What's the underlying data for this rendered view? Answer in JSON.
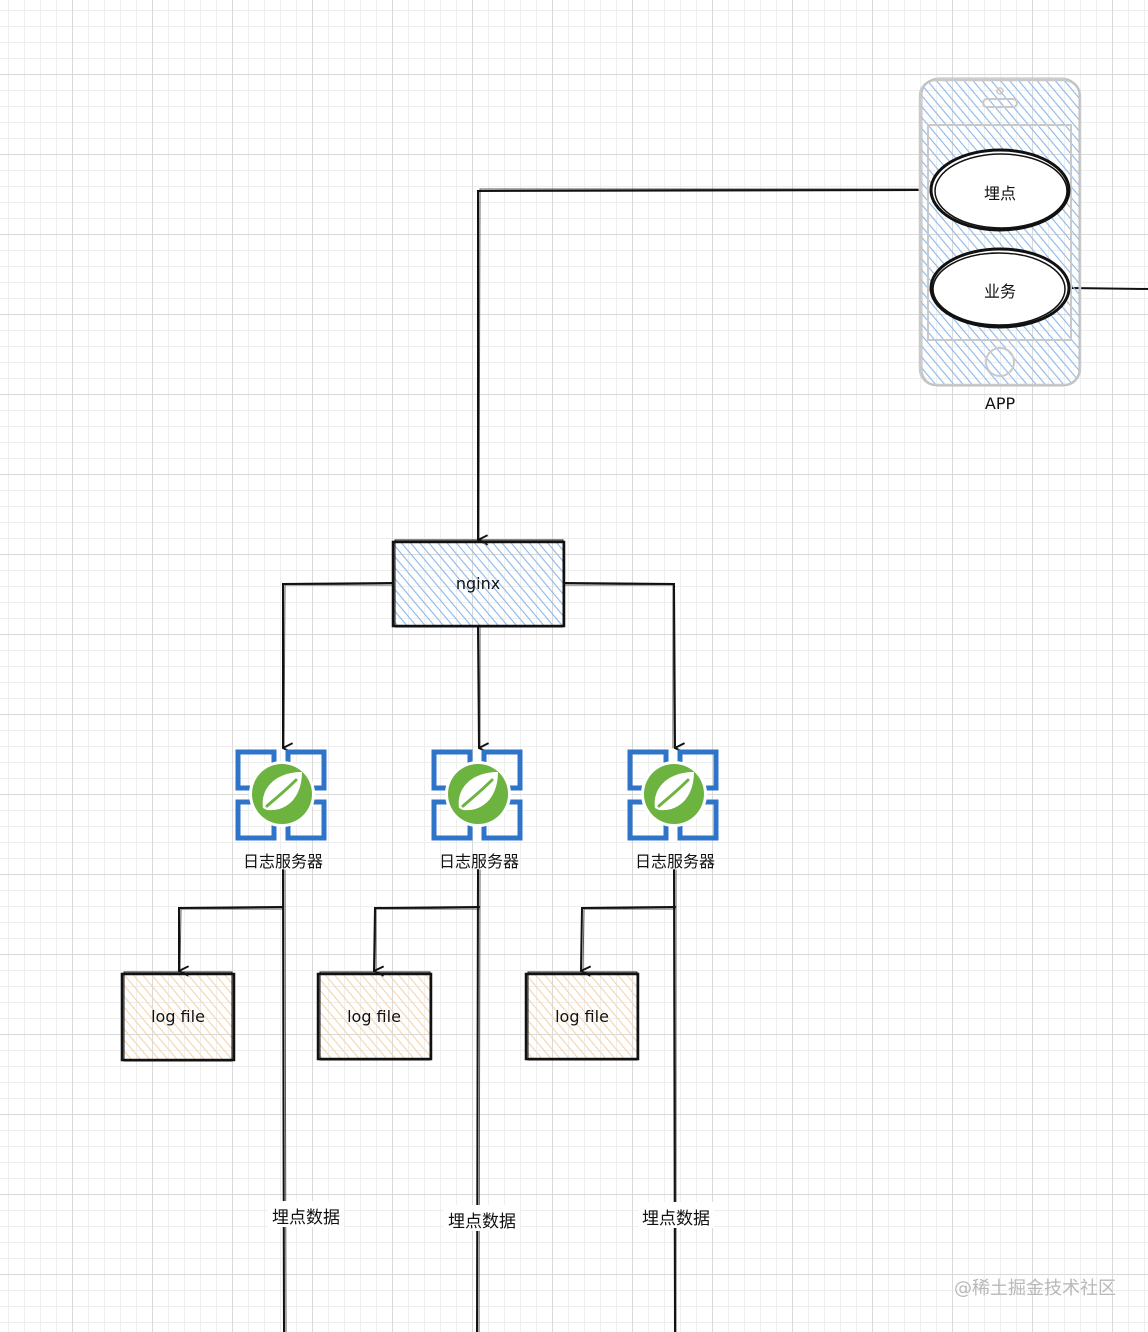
{
  "diagram": {
    "app": {
      "label": "APP",
      "tracking_oval": "埋点",
      "business_oval": "业务"
    },
    "nginx": {
      "label": "nginx"
    },
    "servers": [
      {
        "label": "日志服务器",
        "log": "log file",
        "data_label": "埋点数据"
      },
      {
        "label": "日志服务器",
        "log": "log file",
        "data_label": "埋点数据"
      },
      {
        "label": "日志服务器",
        "log": "log file",
        "data_label": "埋点数据"
      }
    ]
  },
  "watermark": "@稀土掘金技术社区",
  "colors": {
    "hatch_blue": "#8ab8ea",
    "hatch_orange": "#f6d3ad",
    "spring_green": "#6db33f",
    "spring_blue": "#2e74c9",
    "stroke": "#111111"
  }
}
